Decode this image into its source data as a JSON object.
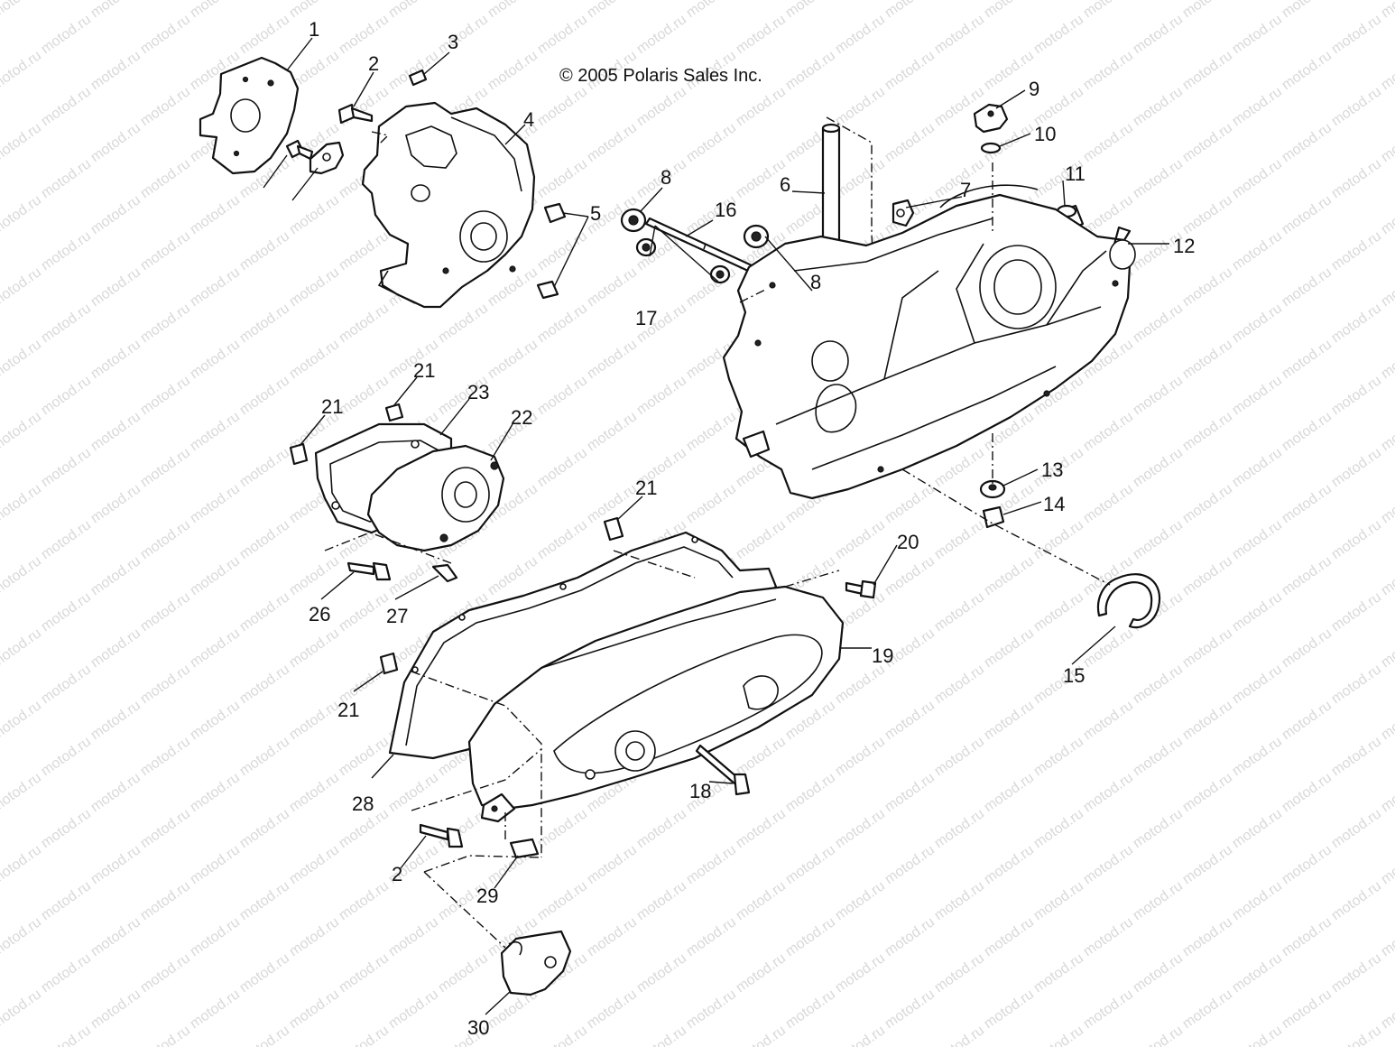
{
  "copyright": "© 2005 Polaris Sales Inc.",
  "watermark": "motod.ru",
  "callouts": [
    "1",
    "2",
    "3",
    "4",
    "5",
    "8",
    "16",
    "17",
    "8",
    "6",
    "7",
    "9",
    "10",
    "11",
    "12",
    "13",
    "14",
    "15",
    "21",
    "21",
    "23",
    "22",
    "21",
    "20",
    "19",
    "26",
    "27",
    "21",
    "28",
    "18",
    "2",
    "29",
    "30"
  ]
}
